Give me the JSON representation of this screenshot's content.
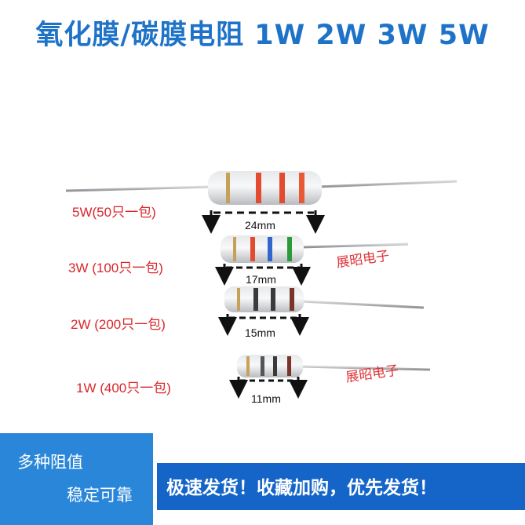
{
  "title": "氧化膜/碳膜电阻 1W 2W 3W 5W",
  "resistors": [
    {
      "label": "5W(50只一包)",
      "length": "24mm"
    },
    {
      "label": "3W (100只一包)",
      "length": "17mm"
    },
    {
      "label": "2W (200只一包)",
      "length": "15mm"
    },
    {
      "label": "1W (400只一包)",
      "length": "11mm"
    }
  ],
  "watermark": "展昭电子",
  "banner": {
    "left_line1": "多种阻值",
    "left_line2": "稳定可靠",
    "right": "极速发货！收藏加购，优先发货！"
  },
  "colors": {
    "title": "#1E73C8",
    "label": "#D8262B",
    "banner_left": "#2A86D9",
    "banner_right": "#1565C8"
  }
}
